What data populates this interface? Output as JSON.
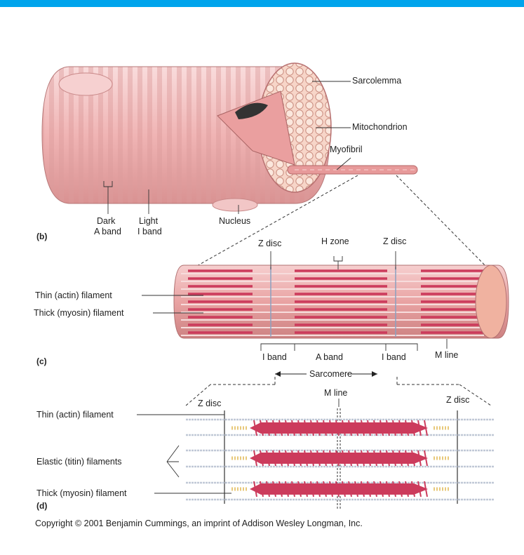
{
  "colors": {
    "topbar": "#00a4ec",
    "fiber": "#f1b6b6",
    "fiber_stripe": "#d98e8e",
    "myosin": "#cc3b5c",
    "actin": "#c0c8d6",
    "titin": "#e8c87a"
  },
  "panel_b": {
    "label": "(b)",
    "sarcolemma": "Sarcolemma",
    "mitochondrion": "Mitochondrion",
    "myofibril": "Myofibril",
    "dark_band": "Dark",
    "a_band": "A band",
    "light_band": "Light",
    "i_band": "I band",
    "nucleus": "Nucleus"
  },
  "panel_c": {
    "label": "(c)",
    "z_disc_left": "Z disc",
    "h_zone": "H zone",
    "z_disc_right": "Z disc",
    "thin_filament": "Thin (actin) filament",
    "thick_filament": "Thick (myosin) filament",
    "i_band_left": "I band",
    "a_band": "A band",
    "i_band_right": "I band",
    "m_line": "M line",
    "sarcomere": "Sarcomere"
  },
  "panel_d": {
    "label": "(d)",
    "m_line": "M line",
    "z_disc_left": "Z disc",
    "z_disc_right": "Z disc",
    "thin_filament": "Thin (actin) filament",
    "elastic_filaments": "Elastic (titin) filaments",
    "thick_filament": "Thick (myosin) filament"
  },
  "copyright": "Copyright © 2001 Benjamin Cummings, an imprint of Addison Wesley Longman, Inc."
}
